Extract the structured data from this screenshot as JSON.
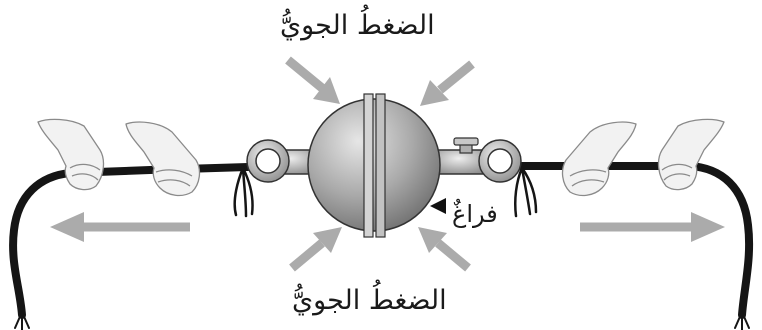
{
  "labels": {
    "top": "الضغطُ الجويُّ",
    "bottom": "الضغطُ الجويُّ",
    "vacuum": "فراغٌ"
  },
  "colors": {
    "sphere_light": "#e6e6e6",
    "sphere_dark": "#6e6e6e",
    "arrow": "#ababab",
    "rope": "#151515",
    "hand_fill": "#f2f2f2",
    "hand_line": "#8a8a8a"
  }
}
